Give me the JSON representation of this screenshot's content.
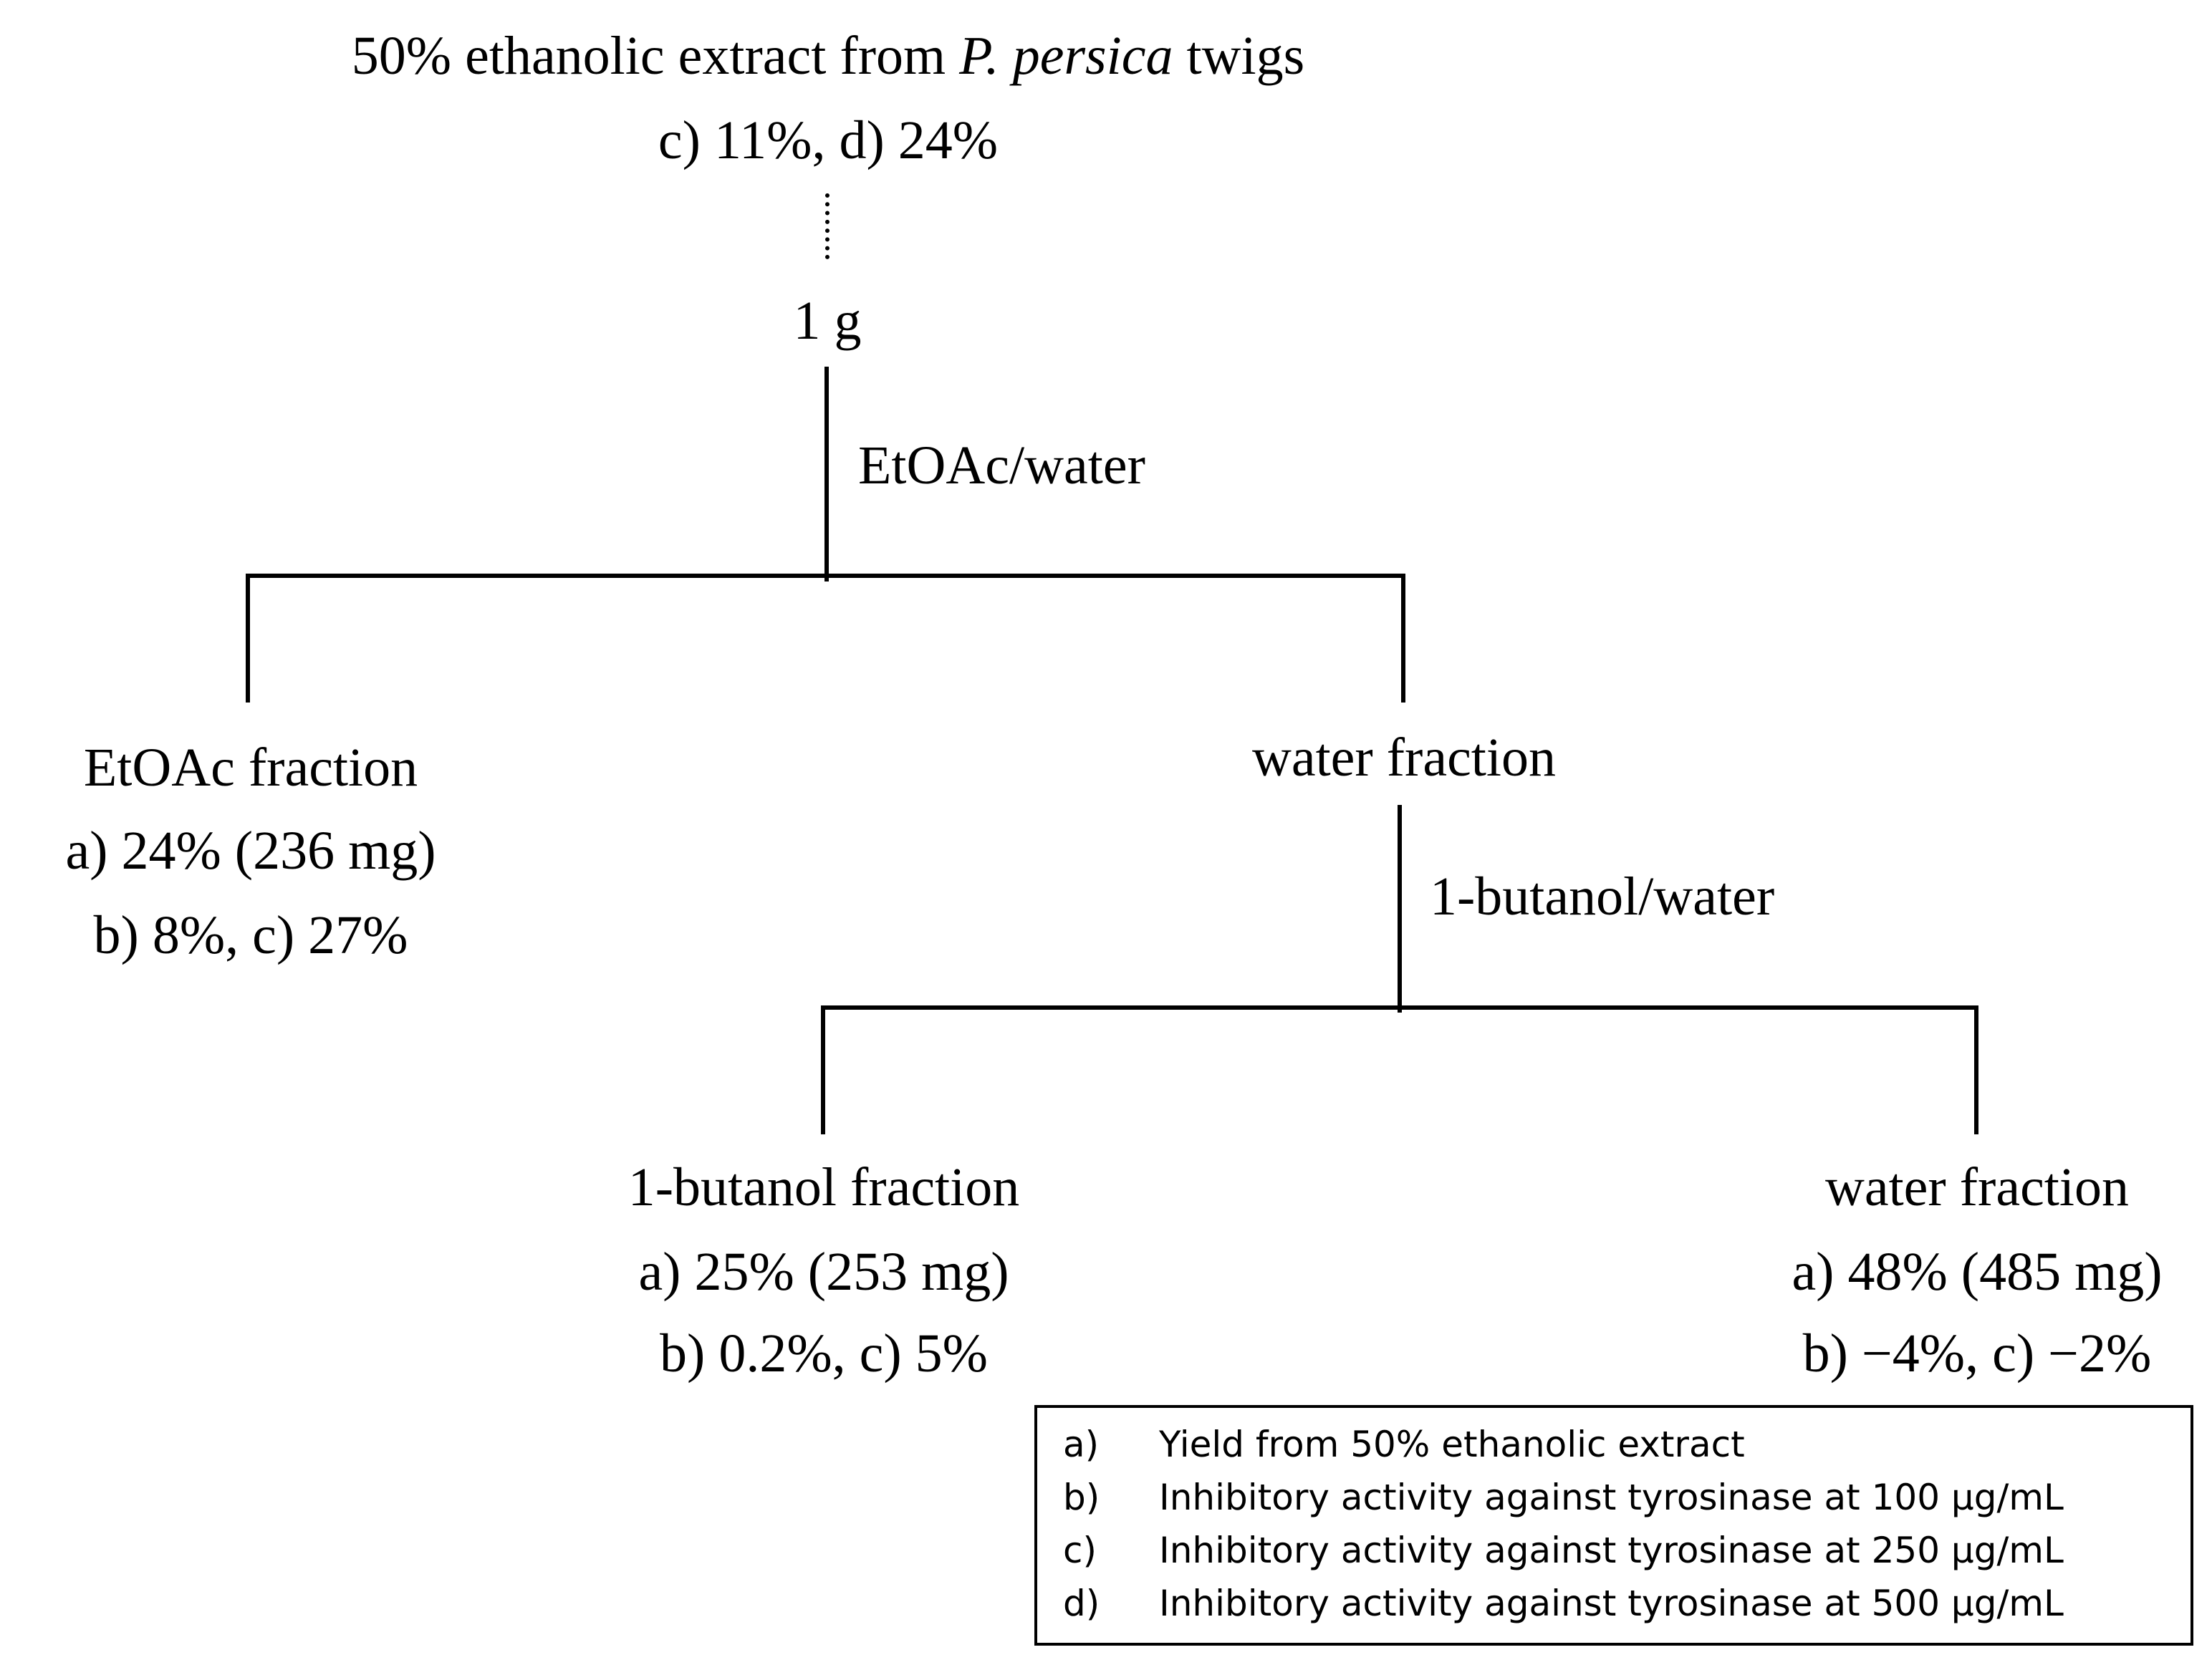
{
  "top": {
    "title_prefix": "50% ethanolic extract from ",
    "title_species": "P. persica",
    "title_suffix": " twigs",
    "values": "c) 11%, d) 24%",
    "amount": "1 g"
  },
  "step1": {
    "label": "EtOAc/water"
  },
  "etoac": {
    "title": "EtOAc fraction",
    "line1": "a) 24% (236 mg)",
    "line2": "b) 8%, c) 27%"
  },
  "water1": {
    "title": "water fraction"
  },
  "step2": {
    "label": "1-butanol/water"
  },
  "butanol": {
    "title": "1-butanol fraction",
    "line1": "a) 25% (253 mg)",
    "line2": "b) 0.2%, c) 5%"
  },
  "water2": {
    "title": "water fraction",
    "line1": "a) 48% (485 mg)",
    "line2": "b) −4%, c) −2%"
  },
  "legend": {
    "items": [
      {
        "key": "a)",
        "text": "Yield from 50% ethanolic extract"
      },
      {
        "key": "b)",
        "text": "Inhibitory activity against tyrosinase at 100 μg/mL"
      },
      {
        "key": "c)",
        "text": "Inhibitory activity against tyrosinase at 250 μg/mL"
      },
      {
        "key": "d)",
        "text": "Inhibitory activity against tyrosinase at 500 μg/mL"
      }
    ]
  }
}
